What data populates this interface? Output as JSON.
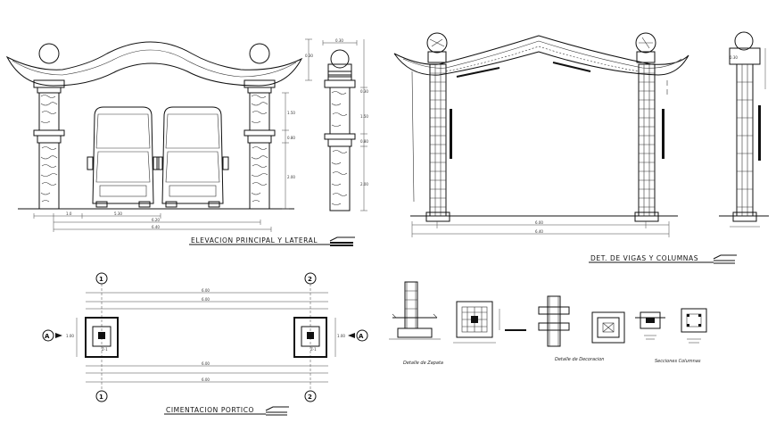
{
  "titles": {
    "elevation": "ELEVACION PRINCIPAL Y LATERAL",
    "beams": "DET. DE VIGAS Y COLUMNAS",
    "foundation": "CIMENTACION PORTICO"
  },
  "captions": {
    "footing": "Detalle de Zapata",
    "decoration": "Detalle de Decoracion",
    "columns": "Secciones Columnas"
  },
  "axes": {
    "grid_1": "1",
    "grid_2": "2",
    "section_a": "A"
  },
  "tags": {
    "zapata": "Z-1"
  },
  "dims": {
    "d_030": "0.30",
    "d_150": "1.50",
    "d_080": "0.80",
    "d_200": "2.00",
    "d_010": "1.0",
    "d_530": "5.30",
    "d_620": "6.20",
    "d_640": "6.40",
    "d_600": "6.00",
    "d_100": "1.00"
  }
}
